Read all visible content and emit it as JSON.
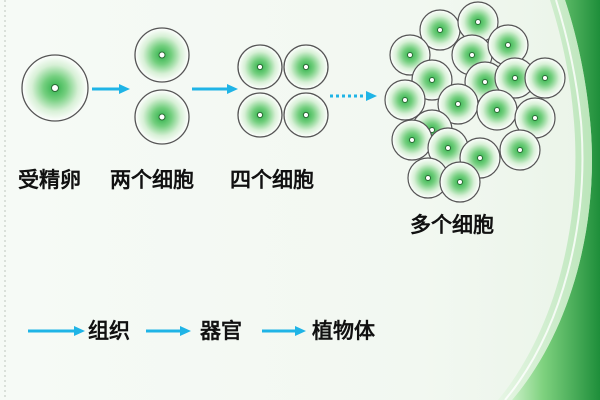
{
  "labels": {
    "zygote": "受精卵",
    "two_cells": "两个细胞",
    "four_cells": "四个细胞",
    "many_cells": "多个细胞",
    "tissue": "组织",
    "organ": "器官",
    "plant_body": "植物体"
  },
  "colors": {
    "arrow": "#1fb4e6",
    "cell_center": "#2fb14a",
    "cell_edge": "#ffffff",
    "cell_outline": "#555555",
    "swoosh_dark": "#1e8e3a",
    "swoosh_light": "#b6e7b4"
  }
}
